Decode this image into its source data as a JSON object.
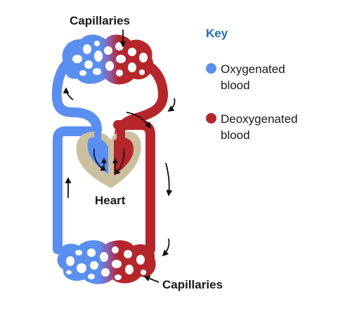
{
  "labels": {
    "capillaries_top": "Capillaries",
    "capillaries_bottom": "Capillaries",
    "heart": "Heart"
  },
  "key": {
    "title": "Key",
    "items": [
      {
        "label": "Oxygenated\nblood",
        "color": "#5a8ff0"
      },
      {
        "label": "Deoxygenated\nblood",
        "color": "#b5262b"
      }
    ]
  },
  "colors": {
    "oxygenated": "#5a8ff0",
    "deoxygenated": "#b5262b",
    "heart_tissue": "#cbbf9f",
    "key_title": "#1f6fb2",
    "arrow": "#111111"
  }
}
